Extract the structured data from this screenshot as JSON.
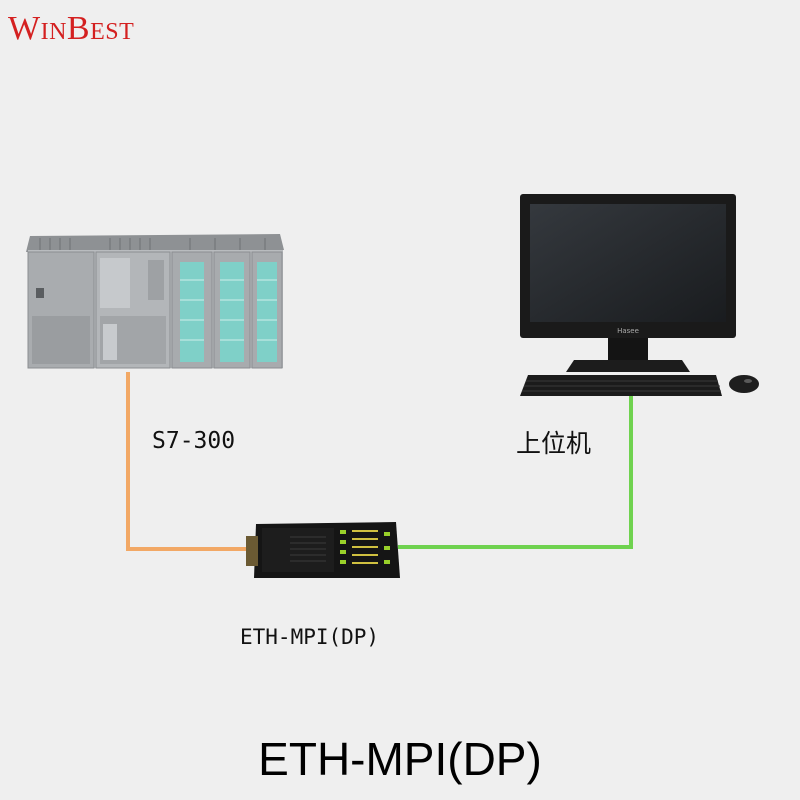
{
  "brand": {
    "logo_text": "WinBest"
  },
  "nodes": {
    "plc": {
      "label": "S7-300"
    },
    "pc": {
      "label": "上位机"
    },
    "adapter": {
      "label": "ETH-MPI(DP)"
    }
  },
  "caption": "ETH-MPI(DP)",
  "colors": {
    "mpi_cable": "#f2a865",
    "ethernet_cable": "#6fd24f",
    "brand": "#d42020"
  }
}
